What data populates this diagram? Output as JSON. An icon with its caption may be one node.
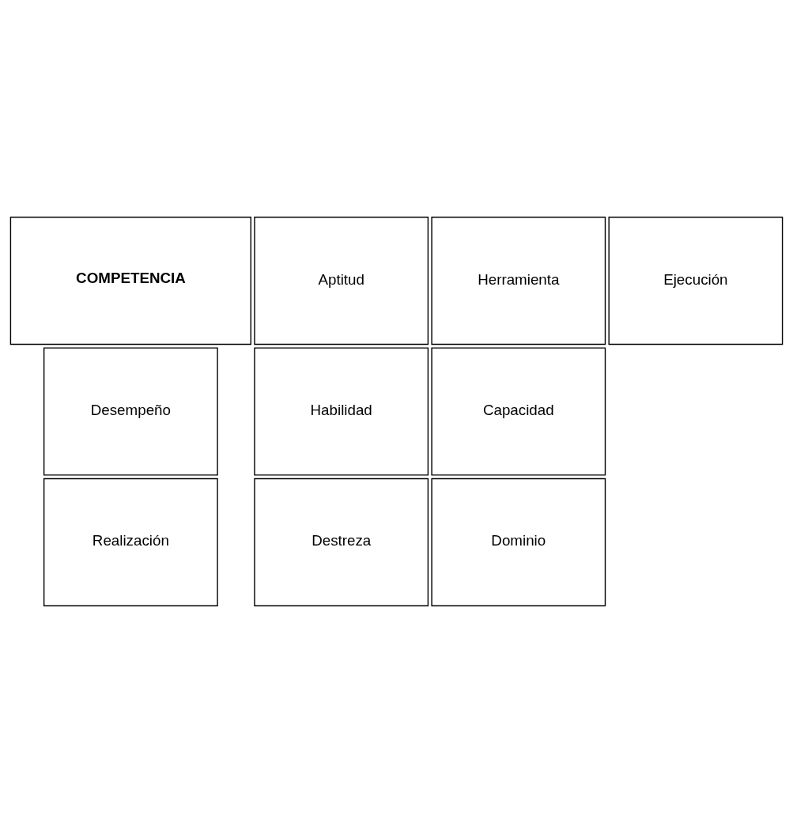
{
  "diagram": {
    "nodes": [
      {
        "text": [
          "Desempeño"
        ]
      },
      {
        "text": [
          "Realización"
        ]
      },
      {
        "text": [
          "Aptitud"
        ]
      },
      {
        "text": [
          "Habilidad"
        ]
      },
      {
        "text": [
          "COMPETENCIA"
        ]
      },
      {
        "text": [
          "Destreza"
        ]
      },
      {
        "text": [
          "Herramienta"
        ]
      },
      {
        "text": [
          "Capacidad"
        ]
      },
      {
        "text": [
          "Dominio"
        ]
      },
      {
        "text": [
          "Ejecución"
        ]
      }
    ]
  }
}
